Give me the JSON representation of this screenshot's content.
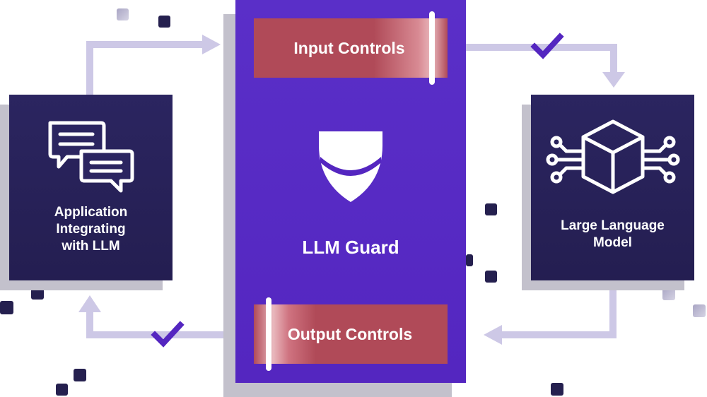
{
  "diagram": {
    "left_box": {
      "label_lines": [
        "Application",
        "Integrating",
        "with LLM"
      ]
    },
    "right_box": {
      "label_lines": [
        "Large Language",
        "Model"
      ]
    },
    "guard": {
      "title": "LLM Guard",
      "input_controls": "Input Controls",
      "output_controls": "Output Controls"
    },
    "icons": {
      "left": "chat-bubbles-icon",
      "right": "cube-circuit-icon",
      "guard": "shield-logo-icon",
      "checks": "checkmark-icon"
    },
    "colors": {
      "guard": "#5426c0",
      "controls": "#b04a58",
      "side_box": "#241e51",
      "connector": "#cdc8e6",
      "check": "#5426c0"
    }
  }
}
